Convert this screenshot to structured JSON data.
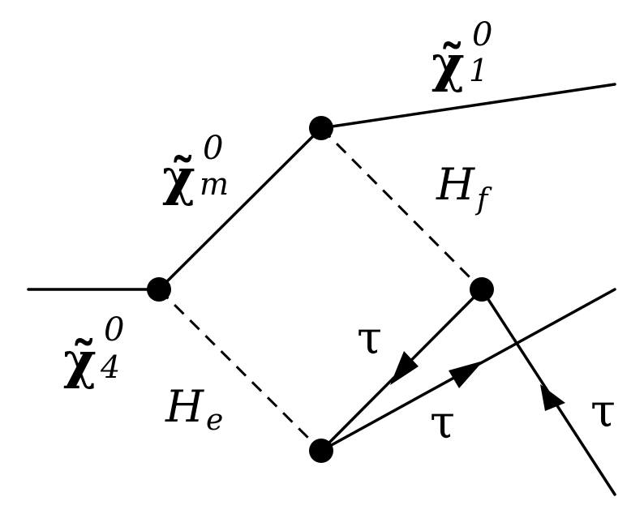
{
  "labels": {
    "chi1": {
      "symbol": "χ̃",
      "sup": "0",
      "sub": "1"
    },
    "chim": {
      "symbol": "χ̃",
      "sup": "0",
      "sub": "m"
    },
    "chi4": {
      "symbol": "χ̃",
      "sup": "0",
      "sub": "4"
    },
    "hf": {
      "symbol": "H",
      "sub": "f"
    },
    "he": {
      "symbol": "H",
      "sub": "e"
    },
    "tau1": "τ",
    "tau2": "τ",
    "tau3": "τ"
  }
}
